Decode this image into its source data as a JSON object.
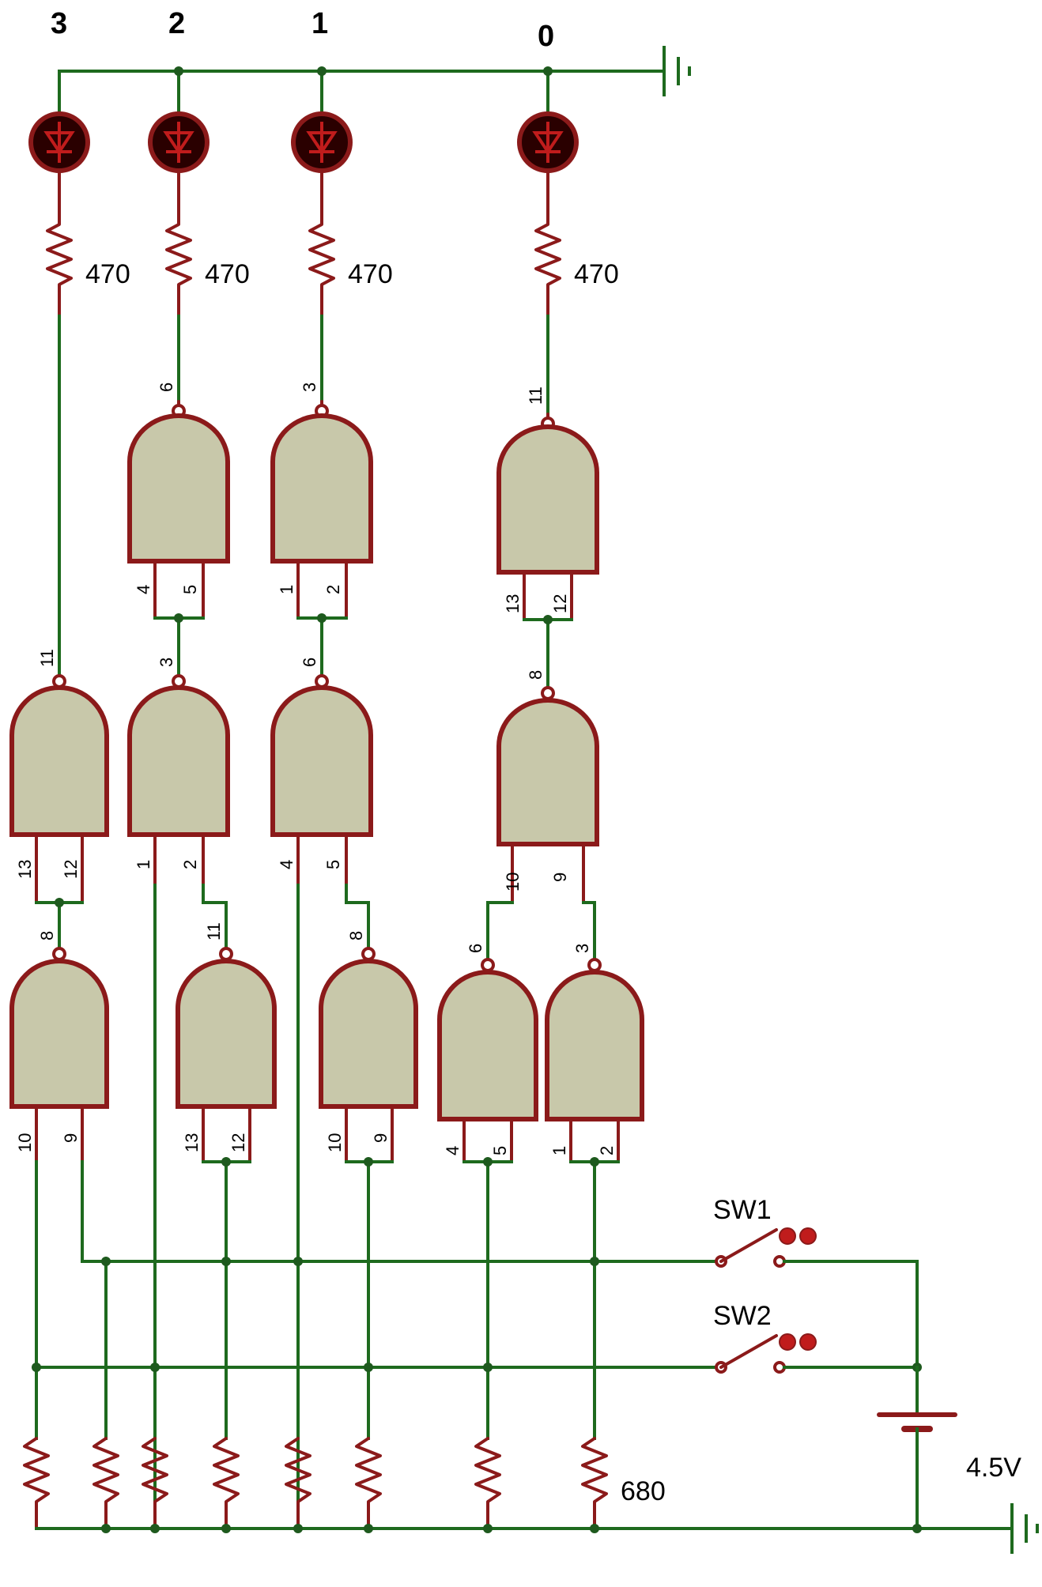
{
  "bit_labels": [
    "3",
    "2",
    "1",
    "0"
  ],
  "led_resistor_labels": [
    "470",
    "470",
    "470",
    "470"
  ],
  "pulldown_label": "680",
  "switches": [
    "SW1",
    "SW2"
  ],
  "battery_label": "4.5V",
  "pins": {
    "out_led2": "6",
    "out_led1": "3",
    "out_led0": "11",
    "t2_in_a": "4",
    "t2_in_b": "5",
    "t1_in_a": "1",
    "t1_in_b": "2",
    "t0_in_a": "13",
    "t0_in_b": "12",
    "m3_out": "11",
    "m2_out": "3",
    "m1_out": "6",
    "m0_out": "8",
    "m3_in_a": "13",
    "m3_in_b": "12",
    "m2_in_a": "1",
    "m2_in_b": "2",
    "m1_in_a": "4",
    "m1_in_b": "5",
    "m0_in_a": "10",
    "m0_in_b": "9",
    "b3_out": "8",
    "b2_out": "11",
    "b1_out": "8",
    "b0a_out": "6",
    "b0b_out": "3",
    "b3_in_a": "10",
    "b3_in_b": "9",
    "b2_in_a": "13",
    "b2_in_b": "12",
    "b1_in_a": "10",
    "b1_in_b": "9",
    "b0a_in_a": "4",
    "b0a_in_b": "5",
    "b0b_in_a": "1",
    "b0b_in_b": "2"
  }
}
